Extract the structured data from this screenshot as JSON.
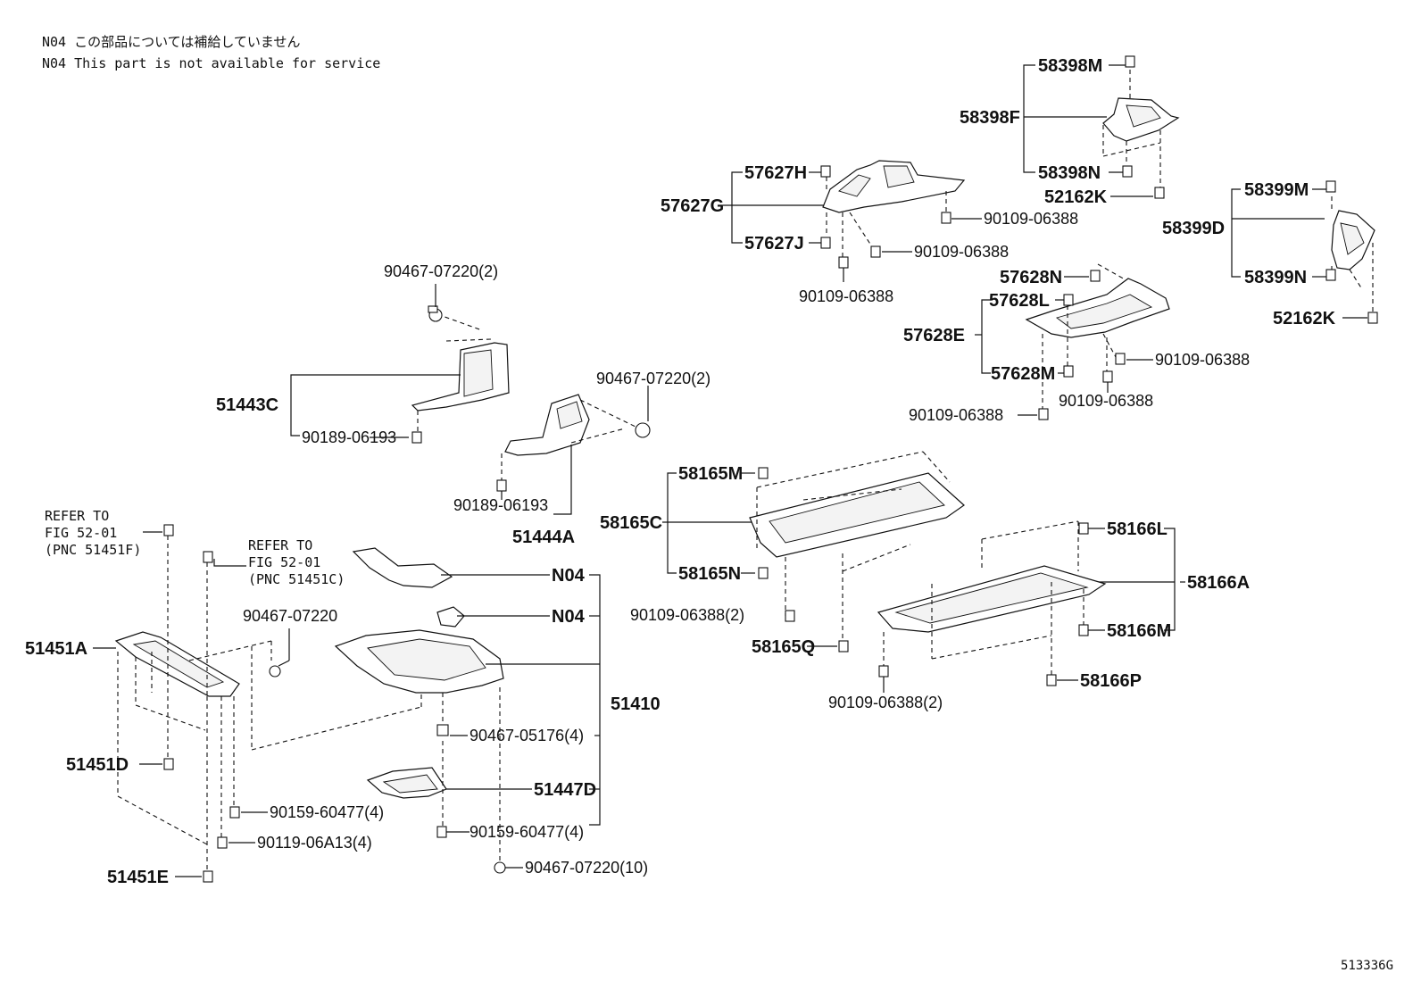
{
  "notes": {
    "line1": "N04 この部品については補給していません",
    "line2": "N04 This part is not available for service"
  },
  "labels": {
    "p58398M": "58398M",
    "p58398F": "58398F",
    "p58398N": "58398N",
    "p52162K_a": "52162K",
    "p58399M": "58399M",
    "p58399D": "58399D",
    "p58399N": "58399N",
    "p52162K_b": "52162K",
    "p57627H": "57627H",
    "p57627G": "57627G",
    "p57627J": "57627J",
    "b90109_a": "90109-06388",
    "b90109_b": "90109-06388",
    "b90109_c": "90109-06388",
    "p57628N": "57628N",
    "p57628L": "57628L",
    "p57628E": "57628E",
    "p57628M": "57628M",
    "b90109_d": "90109-06388",
    "b90109_e": "90109-06388",
    "b90109_f": "90109-06388",
    "b90467_a": "90467-07220(2)",
    "p51443C": "51443C",
    "b90189_a": "90189-06193",
    "b90467_b": "90467-07220(2)",
    "b90189_b": "90189-06193",
    "p51444A": "51444A",
    "p58165M": "58165M",
    "p58165C": "58165C",
    "p58165N": "58165N",
    "b90109_g": "90109-06388(2)",
    "p58165Q": "58165Q",
    "p58166L": "58166L",
    "p58166A": "58166A",
    "p58166M": "58166M",
    "p58166P": "58166P",
    "b90109_h": "90109-06388(2)",
    "refer1_l1": "REFER TO",
    "refer1_l2": "FIG 52-01",
    "refer1_l3": "(PNC 51451F)",
    "refer2_l1": "REFER TO",
    "refer2_l2": "FIG 52-01",
    "refer2_l3": "(PNC 51451C)",
    "n04_a": "N04",
    "n04_b": "N04",
    "b90467_c": "90467-07220",
    "p51451A": "51451A",
    "p51410": "51410",
    "b90467_d": "90467-05176(4)",
    "p51447D": "51447D",
    "p51451D": "51451D",
    "b90159_a": "90159-60477(4)",
    "b90159_b": "90159-60477(4)",
    "b90119": "90119-06A13(4)",
    "b90467_e": "90467-07220(10)",
    "p51451E": "51451E"
  },
  "figure_code": "513336G"
}
